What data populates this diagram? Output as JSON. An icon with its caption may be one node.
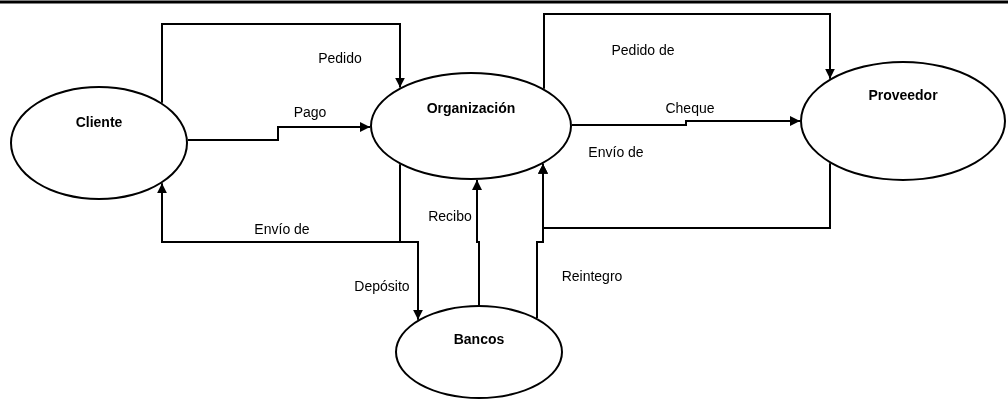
{
  "diagram": {
    "nodes": [
      {
        "text": [
          "Cliente"
        ]
      },
      {
        "text": [
          "Organización"
        ]
      },
      {
        "text": [
          "Proveedor"
        ]
      },
      {
        "text": [
          "Bancos"
        ]
      }
    ],
    "edges": [
      {
        "from": 0,
        "to": 1,
        "arrow": "to",
        "label": "Pedido"
      },
      {
        "from": 0,
        "to": 1,
        "arrow": "to",
        "label": "Pago"
      },
      {
        "from": 1,
        "to": 0,
        "arrow": "to",
        "label": "Envío de"
      },
      {
        "from": 1,
        "to": 3,
        "arrow": "to",
        "label": "Depósito"
      },
      {
        "from": 3,
        "to": 1,
        "arrow": "to",
        "label": "Recibo"
      },
      {
        "from": 1,
        "to": 2,
        "arrow": "to",
        "label": "Pedido de"
      },
      {
        "from": 1,
        "to": 2,
        "arrow": "to",
        "label": "Cheque"
      },
      {
        "from": 2,
        "to": 1,
        "arrow": "to",
        "label": "Envío de"
      },
      {
        "from": 3,
        "to": 1,
        "arrow": "to",
        "label": "Reintegro"
      }
    ]
  }
}
